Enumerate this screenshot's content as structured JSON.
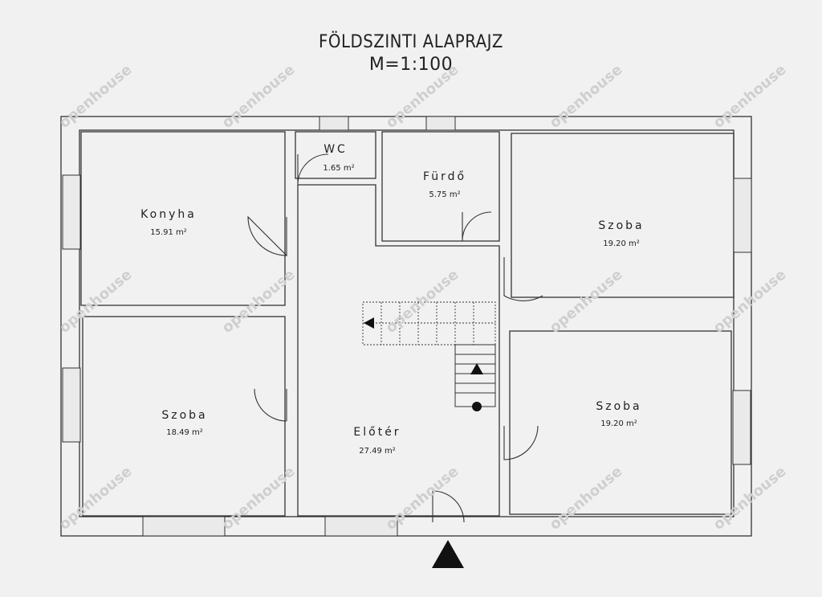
{
  "title": "FÖLDSZINTI ALAPRAJZ",
  "scale": "M=1:100",
  "rooms": {
    "wc": {
      "name": "WC",
      "area": "1.65 m²"
    },
    "furdo": {
      "name": "Fürdő",
      "area": "5.75 m²"
    },
    "konyha": {
      "name": "Konyha",
      "area": "15.91 m²"
    },
    "szoba_nw": {
      "name": "Szoba",
      "area": "19.20 m²"
    },
    "szoba_w": {
      "name": "Szoba",
      "area": "18.49 m²"
    },
    "eloter": {
      "name": "Előtér",
      "area": "27.49 m²"
    },
    "szoba_se": {
      "name": "Szoba",
      "area": "19.20 m²"
    }
  },
  "watermark": "openhouse",
  "colors": {
    "wall": "#333333",
    "background": "#f1f1f1",
    "watermark": "#cfcfcf"
  }
}
